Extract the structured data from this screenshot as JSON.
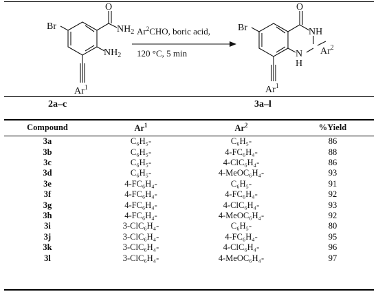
{
  "scheme": {
    "reactant": {
      "substituent_br": "Br",
      "carbonyl_o": "O",
      "amide_nh2": "NH",
      "amide_sub": "2",
      "amine_nh2": "NH",
      "amine_sub": "2",
      "ar_label": "Ar",
      "ar_sup": "1",
      "compound_label": "2a–c"
    },
    "conditions": {
      "reagents_prefix": "Ar",
      "reagents_sup": "2",
      "reagents_rest": "CHO, boric acid,",
      "temp_time": "120 °C, 5 min"
    },
    "product": {
      "substituent_br": "Br",
      "carbonyl_o": "O",
      "nh_top": "NH",
      "n_bottom": "N",
      "h_bottom": "H",
      "ar2_label": "Ar",
      "ar2_sup": "2",
      "ar1_label": "Ar",
      "ar1_sup": "1",
      "compound_label": "3a–l"
    }
  },
  "table": {
    "headers": {
      "compound": "Compound",
      "ar1_base": "Ar",
      "ar1_sup": "1",
      "ar2_base": "Ar",
      "ar2_sup": "2",
      "yield": "%Yield"
    },
    "rows": [
      {
        "compound": "3a",
        "ar1": "C₆H₅-",
        "ar2": "C₆H₅-",
        "yield": "86"
      },
      {
        "compound": "3b",
        "ar1": "C₆H₅-",
        "ar2": "4-FC₆H₄-",
        "yield": "88"
      },
      {
        "compound": "3c",
        "ar1": "C₆H₅-",
        "ar2": "4-ClC₆H₄-",
        "yield": "86"
      },
      {
        "compound": "3d",
        "ar1": "C₆H₅-",
        "ar2": "4-MeOC₆H₄-",
        "yield": "93"
      },
      {
        "compound": "3e",
        "ar1": "4-FC₆H₄-",
        "ar2": "C₆H₅-",
        "yield": "91"
      },
      {
        "compound": "3f",
        "ar1": "4-FC₆H₄-",
        "ar2": "4-FC₆H₄-",
        "yield": "92"
      },
      {
        "compound": "3g",
        "ar1": "4-FC₆H₄-",
        "ar2": "4-ClC₆H₄-",
        "yield": "93"
      },
      {
        "compound": "3h",
        "ar1": "4-FC₆H₄-",
        "ar2": "4-MeOC₆H₄-",
        "yield": "92"
      },
      {
        "compound": "3i",
        "ar1": "3-ClC₆H₄-",
        "ar2": "C₆H₅-",
        "yield": "80"
      },
      {
        "compound": "3j",
        "ar1": "3-ClC₆H₄-",
        "ar2": "4-FC₆H₄-",
        "yield": "95"
      },
      {
        "compound": "3k",
        "ar1": "3-ClC₆H₄-",
        "ar2": "4-ClC₆H₄-",
        "yield": "96"
      },
      {
        "compound": "3l",
        "ar1": "3-ClC₆H₄-",
        "ar2": "4-MeOC₆H₄-",
        "yield": "97"
      }
    ]
  }
}
